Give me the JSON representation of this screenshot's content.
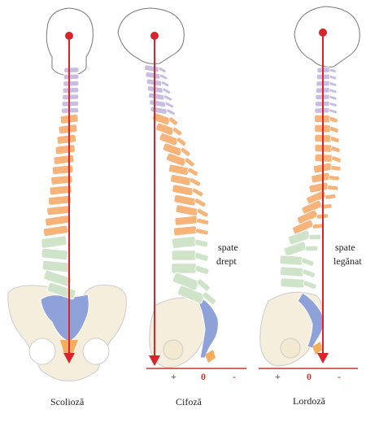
{
  "colors": {
    "cervical": "#c9bde3",
    "thoracic": "#f6b37a",
    "lumbar": "#cfe3c8",
    "sacrum": "#8ea2d9",
    "coccyx": "#f3ad5f",
    "bone": "#f6eedc",
    "skull": "#ffffff",
    "plumb_line": "#d9252a",
    "ground": "#c0392b"
  },
  "panels": [
    {
      "caption": "Scolioză",
      "annotation_line1": "",
      "annotation_line2": ""
    },
    {
      "caption": "Cifoză",
      "annotation_line1": "spate",
      "annotation_line2": "drept"
    },
    {
      "caption": "Lordoză",
      "annotation_line1": "spate",
      "annotation_line2": "legănat"
    }
  ],
  "axis_marks": {
    "plus": "+",
    "zero": "0",
    "minus": "-"
  }
}
